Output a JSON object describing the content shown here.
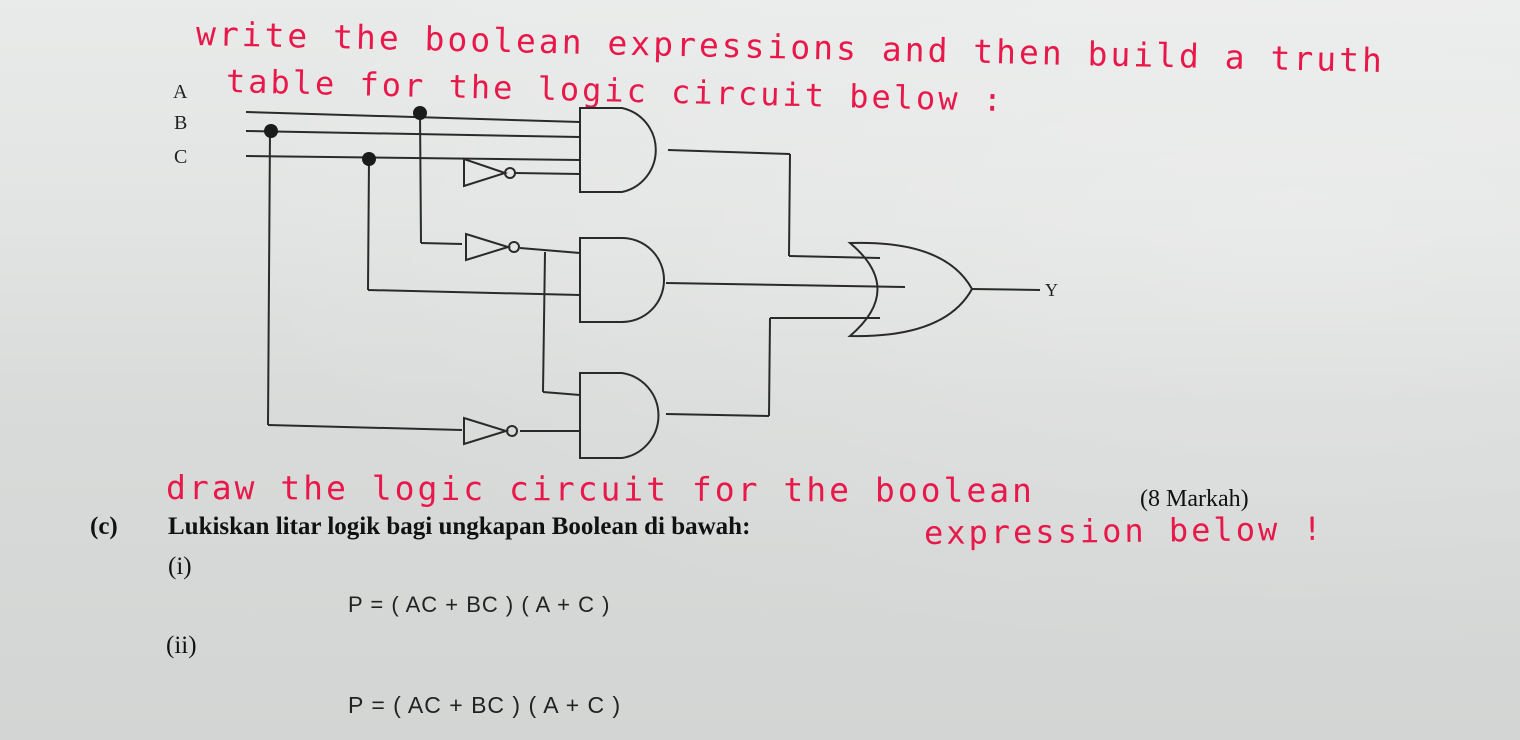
{
  "handwriting": {
    "line1": "write the boolean expressions and then build a truth",
    "line2": "table for the logic circuit below :",
    "line3": "draw the logic circuit for the boolean",
    "line4": "expression below !"
  },
  "circuit": {
    "inputs": [
      "A",
      "B",
      "C"
    ],
    "output": "Y"
  },
  "question": {
    "marks": "(8 Markah)",
    "label": "(c)",
    "instruction": "Lukiskan litar logik bagi ungkapan Boolean di bawah:",
    "parts": [
      {
        "label": "(i)",
        "expression": "P = ( AC + BC ) ( A + C )"
      },
      {
        "label": "(ii)",
        "expression": "P = ( AC + BC ) ( A + C )"
      }
    ]
  },
  "colors": {
    "ink": "#e8194a",
    "print": "#111111"
  }
}
